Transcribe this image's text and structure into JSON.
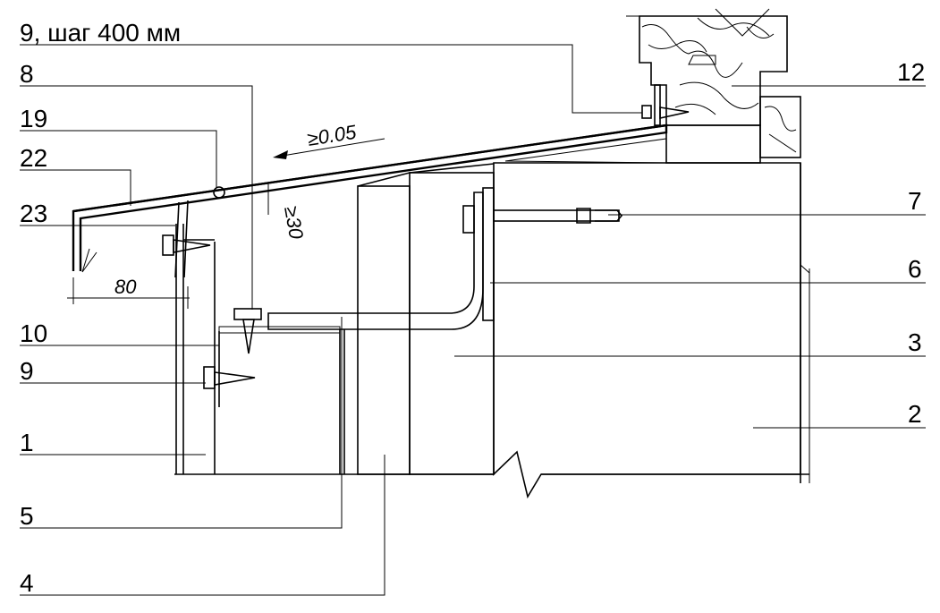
{
  "labels": {
    "l9_step": "9, шаг 400 мм",
    "l8": "8",
    "l19": "19",
    "l22": "22",
    "l23": "23",
    "l10": "10",
    "l9": "9",
    "l1": "1",
    "l5": "5",
    "l4": "4",
    "l12": "12",
    "l7": "7",
    "l6": "6",
    "l3": "3",
    "l2": "2"
  },
  "dimensions": {
    "slope": "≥0.05",
    "angle": "≥30",
    "width": "80"
  }
}
